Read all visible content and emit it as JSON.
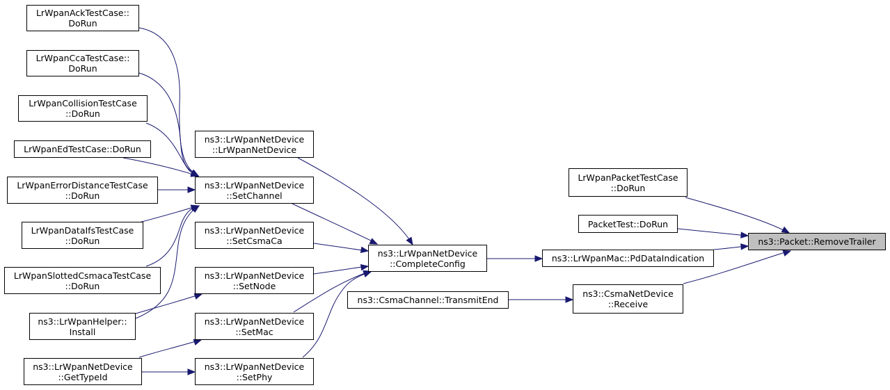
{
  "graph": {
    "colors": {
      "edge": "#191970",
      "node_fill": "#ffffff",
      "highlight_fill": "#bfbfbf",
      "border": "#000000"
    },
    "nodes": {
      "ack": "LrWpanAckTestCase::\nDoRun",
      "cca": "LrWpanCcaTestCase::\nDoRun",
      "collision": "LrWpanCollisionTestCase\n::DoRun",
      "ed": "LrWpanEdTestCase::DoRun",
      "errdist": "LrWpanErrorDistanceTestCase\n::DoRun",
      "dataifs": "LrWpanDataIfsTestCase\n::DoRun",
      "slotted": "LrWpanSlottedCsmacaTestCase\n::DoRun",
      "helper": "ns3::LrWpanHelper::\nInstall",
      "gettypeid": "ns3::LrWpanNetDevice\n::GetTypeId",
      "ctor": "ns3::LrWpanNetDevice\n::LrWpanNetDevice",
      "setchannel": "ns3::LrWpanNetDevice\n::SetChannel",
      "setcsmaca": "ns3::LrWpanNetDevice\n::SetCsmaCa",
      "setnode": "ns3::LrWpanNetDevice\n::SetNode",
      "setmac": "ns3::LrWpanNetDevice\n::SetMac",
      "setphy": "ns3::LrWpanNetDevice\n::SetPhy",
      "completeconfig": "ns3::LrWpanNetDevice\n::CompleteConfig",
      "transmitend": "ns3::CsmaChannel::TransmitEnd",
      "pddata": "ns3::LrWpanMac::PdDataIndication",
      "csmareceive": "ns3::CsmaNetDevice\n::Receive",
      "packettestcase": "LrWpanPacketTestCase\n::DoRun",
      "packettest": "PacketTest::DoRun",
      "removetrailer": "ns3::Packet::RemoveTrailer"
    }
  }
}
